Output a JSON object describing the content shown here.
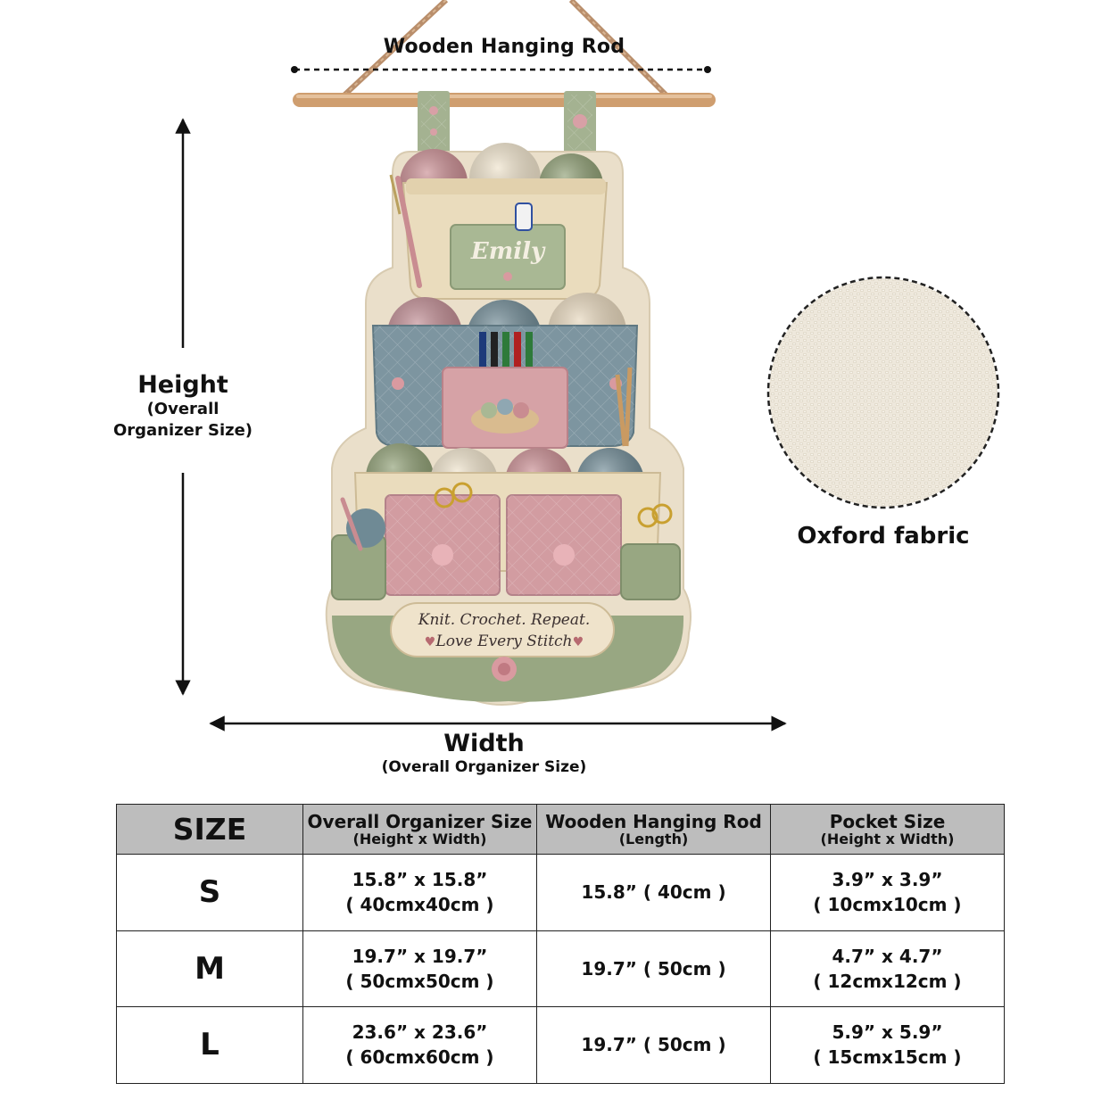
{
  "dimensions": {
    "rod_label": "Wooden Hanging Rod",
    "height_label": "Height",
    "height_sub_1": "(Overall",
    "height_sub_2": "Organizer Size)",
    "width_label": "Width",
    "width_sub": "(Overall Organizer Size)"
  },
  "fabric": {
    "label": "Oxford fabric",
    "color": "#eee8dc"
  },
  "organizer": {
    "name_tag": "Emily",
    "banner_line_1": "Knit. Crochet. Repeat.",
    "banner_line_2": "Love Every Stitch",
    "colors": {
      "rose": "#c98c91",
      "sage": "#8e9e73",
      "slate": "#6f8a95",
      "cream": "#efe3cb",
      "wood": "#cf9e6f"
    }
  },
  "table": {
    "header": {
      "size": "SIZE",
      "overall_main": "Overall Organizer Size",
      "overall_sub": "(Height x Width)",
      "rod_main": "Wooden Hanging Rod",
      "rod_sub": "(Length)",
      "pocket_main": "Pocket Size",
      "pocket_sub": "(Height x Width)"
    },
    "rows": [
      {
        "size": "S",
        "overall_in": "15.8” x 15.8”",
        "overall_cm": "( 40cmx40cm )",
        "rod": "15.8” ( 40cm )",
        "pocket_in": "3.9” x 3.9”",
        "pocket_cm": "( 10cmx10cm )"
      },
      {
        "size": "M",
        "overall_in": "19.7” x 19.7”",
        "overall_cm": "( 50cmx50cm )",
        "rod": "19.7” ( 50cm )",
        "pocket_in": "4.7” x 4.7”",
        "pocket_cm": "( 12cmx12cm )"
      },
      {
        "size": "L",
        "overall_in": "23.6” x 23.6”",
        "overall_cm": "( 60cmx60cm )",
        "rod": "19.7” ( 50cm )",
        "pocket_in": "5.9” x 5.9”",
        "pocket_cm": "( 15cmx15cm )"
      }
    ]
  }
}
